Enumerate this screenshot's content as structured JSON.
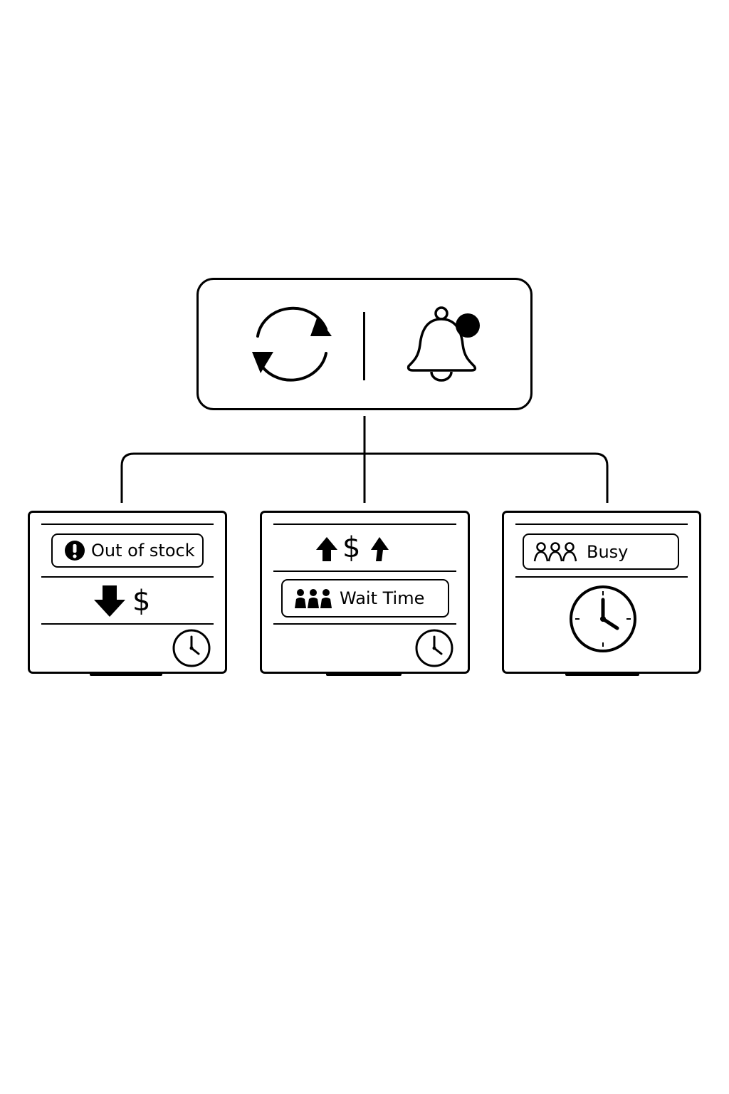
{
  "hub": {
    "left_icon": "refresh-icon",
    "right_icon": "bell-notification-icon"
  },
  "cards": [
    {
      "badge_icon": "alert-icon",
      "badge_label": "Out of stock",
      "price_indicator": {
        "direction": "down",
        "symbol": "$"
      },
      "footer_icon": "clock-icon"
    },
    {
      "price_indicator": {
        "direction": "up",
        "symbol": "$"
      },
      "badge_icon": "people-icon",
      "badge_label": "Wait Time",
      "footer_icon": "clock-icon"
    },
    {
      "badge_icon": "people-outline-icon",
      "badge_label": "Busy",
      "main_icon": "clock-icon"
    }
  ],
  "colors": {
    "stroke": "#000000",
    "background": "#ffffff"
  }
}
